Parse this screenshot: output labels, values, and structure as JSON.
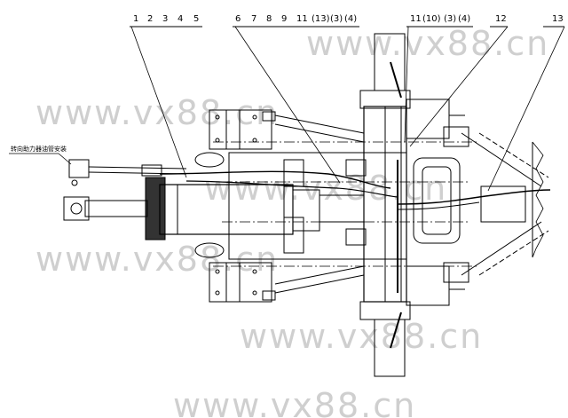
{
  "watermark": "www.vx88.cn",
  "callouts": {
    "group_a": [
      "1",
      "2",
      "3",
      "4",
      "5"
    ],
    "group_b": [
      "6",
      "7",
      "8",
      "9",
      "11",
      "(13)",
      "(3)",
      "(4)"
    ],
    "group_c": [
      "11",
      "(10)",
      "(3)",
      "(4)"
    ],
    "item_12": "12",
    "item_13": "13"
  },
  "side_note": "转向助力器油管安装"
}
